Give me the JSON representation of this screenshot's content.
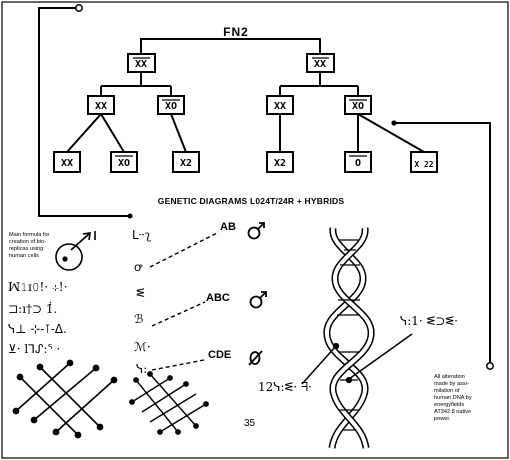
{
  "root": {
    "label": "FN2"
  },
  "tree": {
    "left_root": "XX",
    "right_root": "XX",
    "left_children": [
      "XX",
      "XO"
    ],
    "right_children": [
      "XX",
      "XO"
    ],
    "leaves": [
      "XX",
      "XO",
      "X2",
      "X2",
      "O",
      "X 22"
    ]
  },
  "caption": "GENETIC DIAGRAMS L024T/24R + HYBRIDS",
  "note_left": [
    "Main formula for",
    "creation of bio-",
    "replicas using",
    "human cells"
  ],
  "note_right": [
    "All alteration",
    "made by assi-",
    "milation of",
    "human DNA by",
    "energyfields",
    "AT342.8 native",
    "power."
  ],
  "labels": {
    "ab": "AB",
    "abc": "ABC",
    "cde": "CDE"
  },
  "page_number": "35",
  "glyphs": {
    "left_block": [
      "ꟽ𝟷ɪ𝟶!· ⊹!·",
      "⊐:ı†⊃ 1̇̇.",
      "ᓭ⊥ ⊹-⊺-ᐃ.",
      "⊻· l⅂ᔑ:ᕐ ·"
    ],
    "column": [
      "ᒷ·ʅ",
      "ꝍ",
      "ᓬ",
      "ℬ",
      "ℳ·",
      "ᓭ:"
    ],
    "right_text": "ᓭ:1· ᓬ⊃ᓬ·",
    "helix_text": "12ᓭ:ᓬ· ᖷ·"
  },
  "colors": {
    "ink": "#000000",
    "paper": "#ffffff"
  }
}
